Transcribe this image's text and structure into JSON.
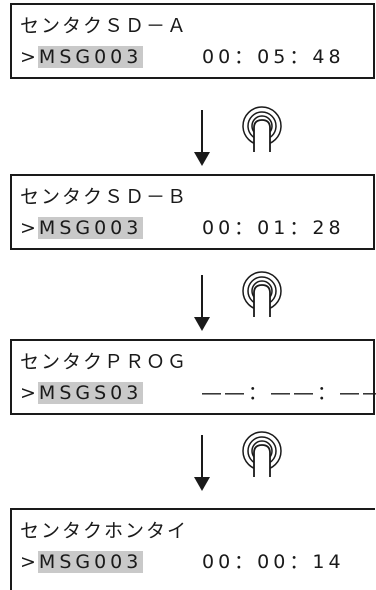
{
  "screens": [
    {
      "line1": "センタクＳＤ－Ａ",
      "prompt": ">",
      "msg": "MSG003",
      "time": "00：05：48"
    },
    {
      "line1": "センタクＳＤ－Ｂ",
      "prompt": ">",
      "msg": "MSG003",
      "time": "00：01：28"
    },
    {
      "line1": "センタクＰＲＯＧ",
      "prompt": ">",
      "msg": "MSGS03",
      "time": "――：――：――"
    },
    {
      "line1": "センタクホンタイ",
      "prompt": ">",
      "msg": "MSG003",
      "time": "00：00：14"
    }
  ],
  "icons": {
    "arrow": "down-arrow-icon",
    "press": "finger-press-icon"
  }
}
